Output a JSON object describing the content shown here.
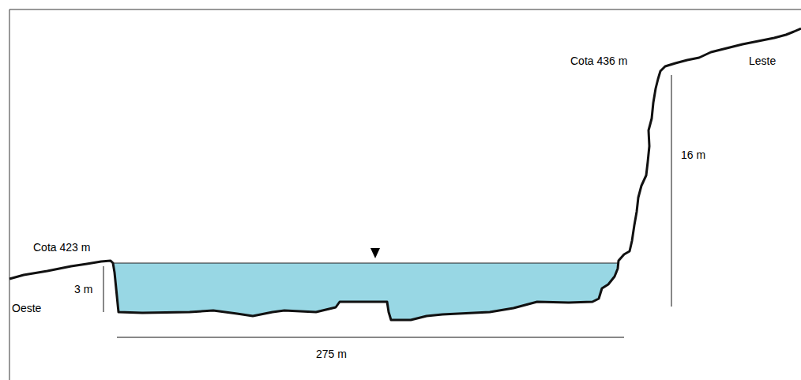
{
  "diagram": {
    "labels": [
      "Cota 423 m",
      "3 m",
      "Oeste",
      "Cota 436 m",
      "Leste",
      "16 m",
      "275 m"
    ]
  }
}
